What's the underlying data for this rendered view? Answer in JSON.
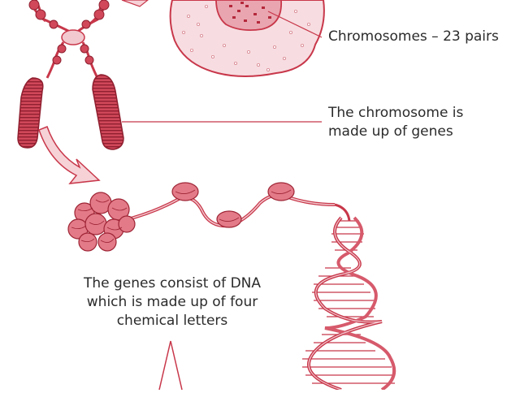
{
  "labels": {
    "chromosomes": "Chromosomes – 23 pairs",
    "chromosome_genes_line1": "The chromosome is",
    "chromosome_genes_line2": "made up of genes",
    "dna_line1": "The genes consist of DNA",
    "dna_line2": "which is made up of four",
    "dna_line3": "chemical letters"
  },
  "colors": {
    "primary": "#c8374a",
    "dark": "#9e2535",
    "light": "#f2c9cf",
    "cell_fill": "#f7dde1",
    "arrow_fill": "#f6d2d7"
  }
}
